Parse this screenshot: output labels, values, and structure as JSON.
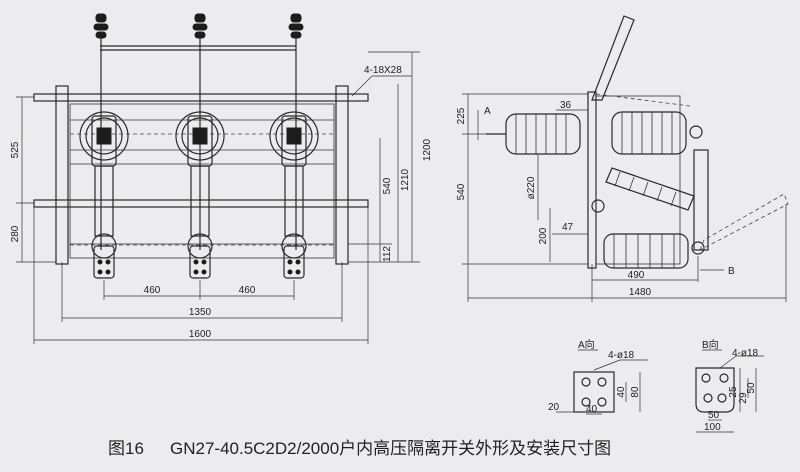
{
  "front_view": {
    "dims": {
      "d525": "525",
      "d280": "280",
      "d1200": "1200",
      "d1210": "1210",
      "d540": "540",
      "d112": "112",
      "d460a": "460",
      "d460b": "460",
      "d1350": "1350",
      "d1600": "1600",
      "holes": "4-18X28"
    }
  },
  "side_view": {
    "dims": {
      "d225": "225",
      "d540": "540",
      "d36": "36",
      "d220": "ø220",
      "d47": "47",
      "d200": "200",
      "d490": "490",
      "d1480": "1480"
    },
    "labels": {
      "a": "A",
      "b": "B"
    }
  },
  "view_a": {
    "title": "A向",
    "holes": "4-ø18",
    "d40v": "40",
    "d80": "80",
    "d20": "20",
    "d40h": "40"
  },
  "view_b": {
    "title": "B向",
    "holes": "4-ø18",
    "d50v": "50",
    "d25": "25",
    "d29": "29",
    "d50h": "50",
    "d100": "100"
  },
  "caption": {
    "figure": "图16",
    "text": "GN27-40.5C2D2/2000户内高压隔离开关外形及安装尺寸图"
  }
}
